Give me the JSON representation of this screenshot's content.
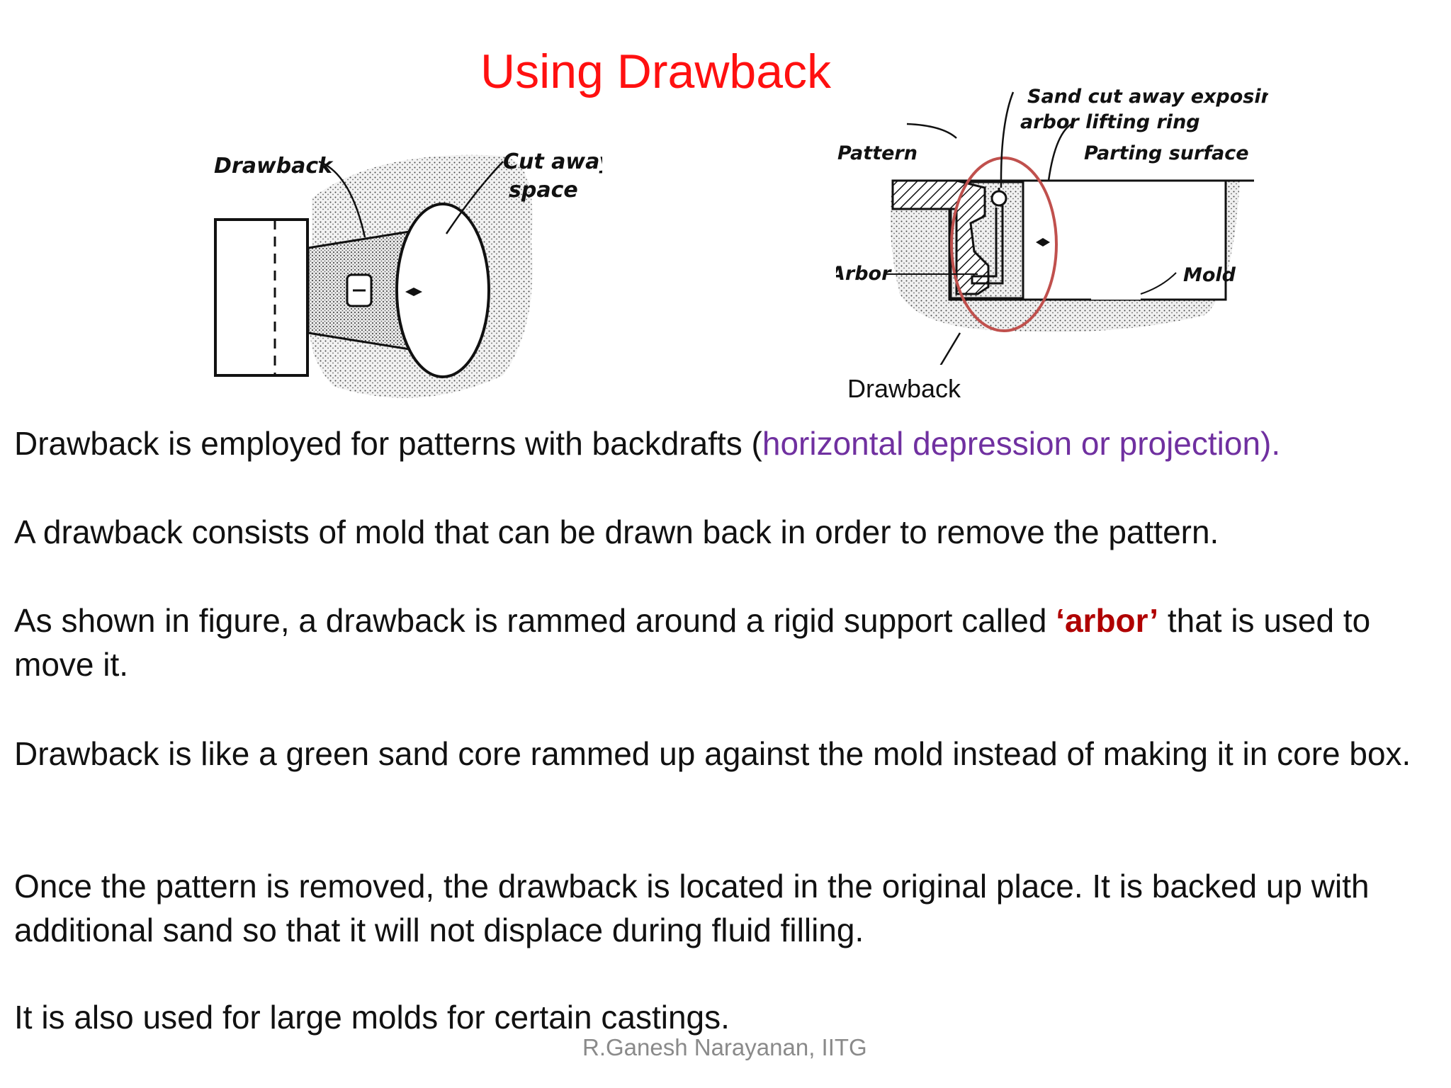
{
  "slide": {
    "title": "Using Drawback",
    "figure_left": {
      "label_drawback": "Drawback",
      "label_cutaway_1": "Cut away",
      "label_cutaway_2": "space"
    },
    "figure_right": {
      "label_sandcut_1": "Sand cut away exposing",
      "label_sandcut_2": "arbor lifting ring",
      "label_pattern": "Pattern",
      "label_parting": "Parting surface",
      "label_arbor": "Arbor",
      "label_mold": "Mold",
      "label_drawback": "Drawback"
    },
    "para1": {
      "a": "Drawback is employed for patterns with backdrafts (",
      "b": "horizontal depression or  projection)."
    },
    "para2": "A drawback consists of mold that can be drawn back in order to remove the  pattern.",
    "para3": {
      "a": "As shown in figure, a drawback is rammed around a rigid support called ",
      "b": "‘arbor’",
      "c": " that is used to move it."
    },
    "para4": "Drawback is like a green sand core rammed up against the mold instead of making it in core box.",
    "para5": "Once the pattern is removed, the drawback is located in the original place. It is backed up with additional sand so that it will not displace during fluid  filling.",
    "para6": "It is also used for large molds for certain castings.",
    "footer": "R.Ganesh Narayanan, IITG"
  }
}
